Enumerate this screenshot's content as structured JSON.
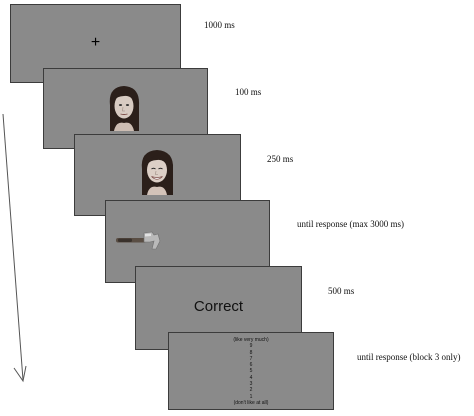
{
  "fixation": {
    "symbol": "+"
  },
  "timings": [
    "1000 ms",
    "100 ms",
    "250 ms",
    "until response (max 3000 ms)",
    "500 ms",
    "until response (block 3 only)"
  ],
  "feedback": {
    "text": "Correct"
  },
  "rating_scale": {
    "top_label": "(like very much)",
    "levels": [
      "9",
      "8",
      "7",
      "6",
      "5",
      "4",
      "3",
      "2",
      "1"
    ],
    "bottom_label": "(don't like at all)"
  },
  "icons": [
    "face-neutral-photo",
    "face-smiling-photo",
    "hammer-image",
    "time-arrow-icon"
  ]
}
